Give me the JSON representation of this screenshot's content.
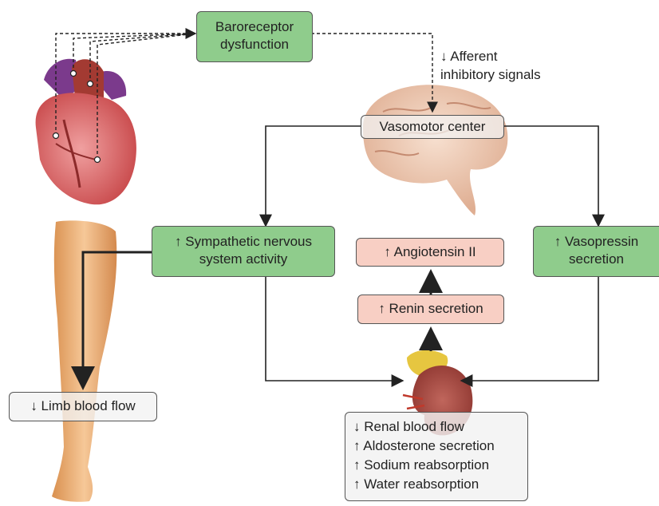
{
  "nodes": {
    "baroreceptor": [
      "Baroreceptor",
      "dysfunction"
    ],
    "afferent": [
      "↓ Afferent",
      "inhibitory signals"
    ],
    "vasomotor": "Vasomotor center",
    "sympathetic": [
      "↑ Sympathetic nervous",
      "system activity"
    ],
    "angiotensin": "↑ Angiotensin II",
    "vasopressin": [
      "↑ Vasopressin",
      "secretion"
    ],
    "renin": "↑ Renin secretion",
    "limb": "↓ Limb blood flow",
    "renal": [
      "↓ Renal blood flow",
      "↑ Aldosterone secretion",
      "↑ Sodium reabsorption",
      "↑ Water reabsorption"
    ]
  },
  "colors": {
    "green_box": "#8fcc8c",
    "pink_box": "#f8cfc4",
    "grey_box": "#f2f2f2",
    "arrow": "#222222"
  },
  "icons": [
    "heart-illustration",
    "brain-illustration",
    "leg-illustration",
    "kidney-illustration"
  ]
}
